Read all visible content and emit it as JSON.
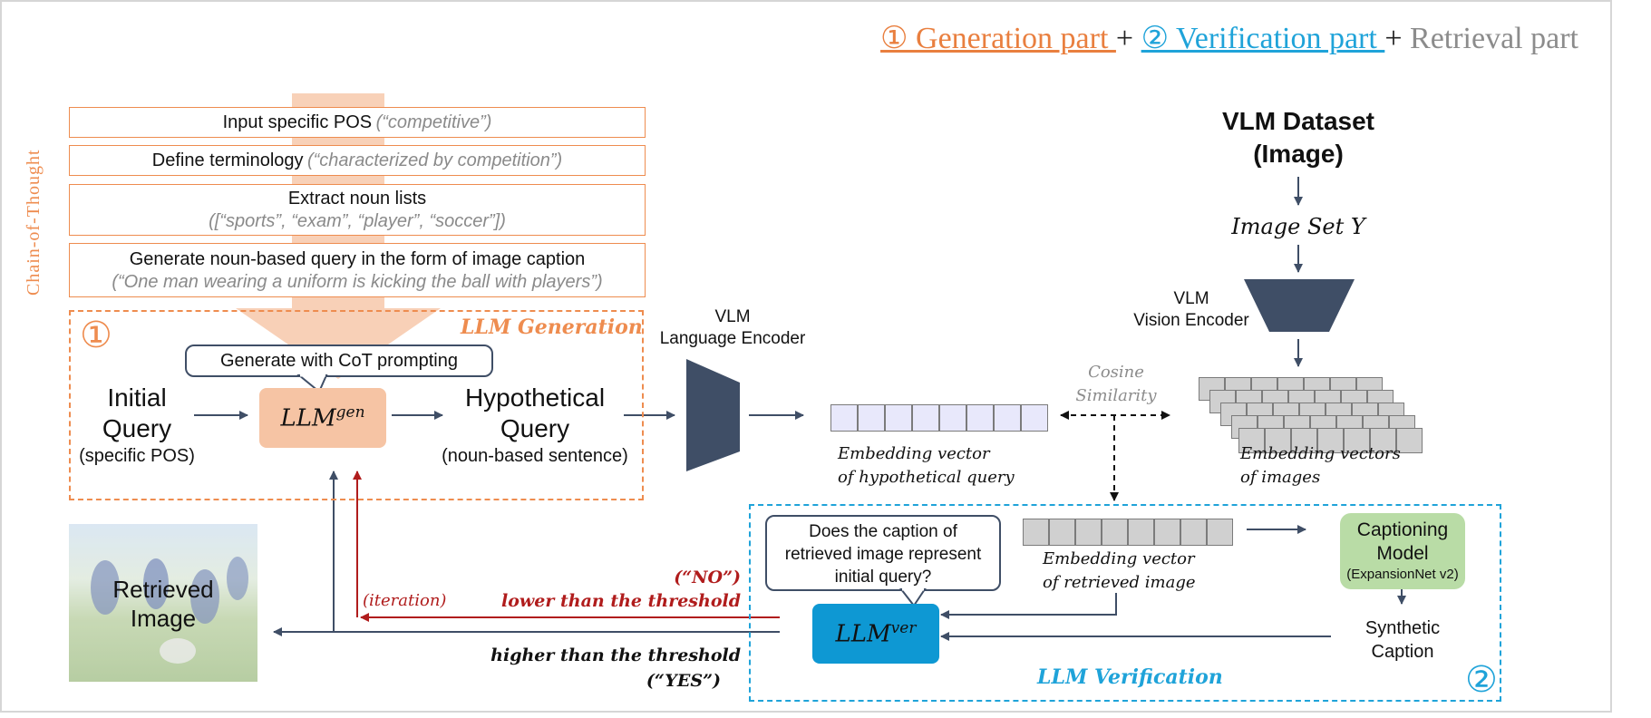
{
  "header": {
    "generation": "① Generation part ",
    "plus1": "+ ",
    "verification": "② Verification part ",
    "plus2": "+ ",
    "retrieval": "Retrieval part"
  },
  "cot": {
    "label": "Chain-of-Thought",
    "step1_main": "Input specific POS",
    "step1_example": "(“competitive”)",
    "step2_main": "Define terminology",
    "step2_example": "(“characterized by competition”)",
    "step3_main": "Extract noun lists",
    "step3_example": "([“sports”, “exam”, “player”, “soccer”])",
    "step4_main": "Generate noun-based query in the form of image caption",
    "step4_example": "(“One man wearing a uniform is kicking the ball with players”)"
  },
  "generation": {
    "number": "①",
    "title": "LLM Generation",
    "callout": "Generate with CoT prompting",
    "initial_query_line1": "Initial",
    "initial_query_line2": "Query",
    "initial_query_sub": "(specific POS)",
    "llm_base": "LLM",
    "llm_sup": "gen",
    "hyp_line1": "Hypothetical",
    "hyp_line2": "Query",
    "hyp_sub": "(noun-based sentence)"
  },
  "language_encoder": {
    "line1": "VLM",
    "line2": "Language Encoder"
  },
  "embedding_hyp": {
    "line1": "Embedding vector",
    "line2": "of hypothetical query"
  },
  "cosine": {
    "line1": "Cosine",
    "line2": "Similarity"
  },
  "dataset": {
    "line1": "VLM Dataset",
    "line2": "(Image)",
    "image_set": "Image Set Y"
  },
  "vision_encoder": {
    "line1": "VLM",
    "line2": "Vision Encoder"
  },
  "embedding_images": {
    "line1": "Embedding vectors",
    "line2": "of images"
  },
  "verification": {
    "number": "②",
    "title": "LLM Verification",
    "callout": "Does the caption of retrieved image represent initial query?",
    "llm_base": "LLM",
    "llm_sup": "ver",
    "embedding_line1": "Embedding vector",
    "embedding_line2": "of retrieved image",
    "captioning_line1": "Captioning",
    "captioning_line2": "Model",
    "captioning_sub": "(ExpansionNet v2)",
    "synthetic_line1": "Synthetic",
    "synthetic_line2": "Caption"
  },
  "decisions": {
    "no": "(“NO”)",
    "lower": "lower than the threshold",
    "iteration": "(iteration)",
    "higher": "higher than the threshold",
    "yes": "(“YES”)"
  },
  "retrieved": {
    "line1": "Retrieved",
    "line2": "Image"
  },
  "colors": {
    "orange": "#ee8c4f",
    "blue": "#1fa3d9",
    "navy": "#3f4e66",
    "red": "#b01c1c",
    "green": "#b9dca6",
    "llm_gen_fill": "#f6c4a4",
    "llm_ver_fill": "#0e98d3"
  }
}
